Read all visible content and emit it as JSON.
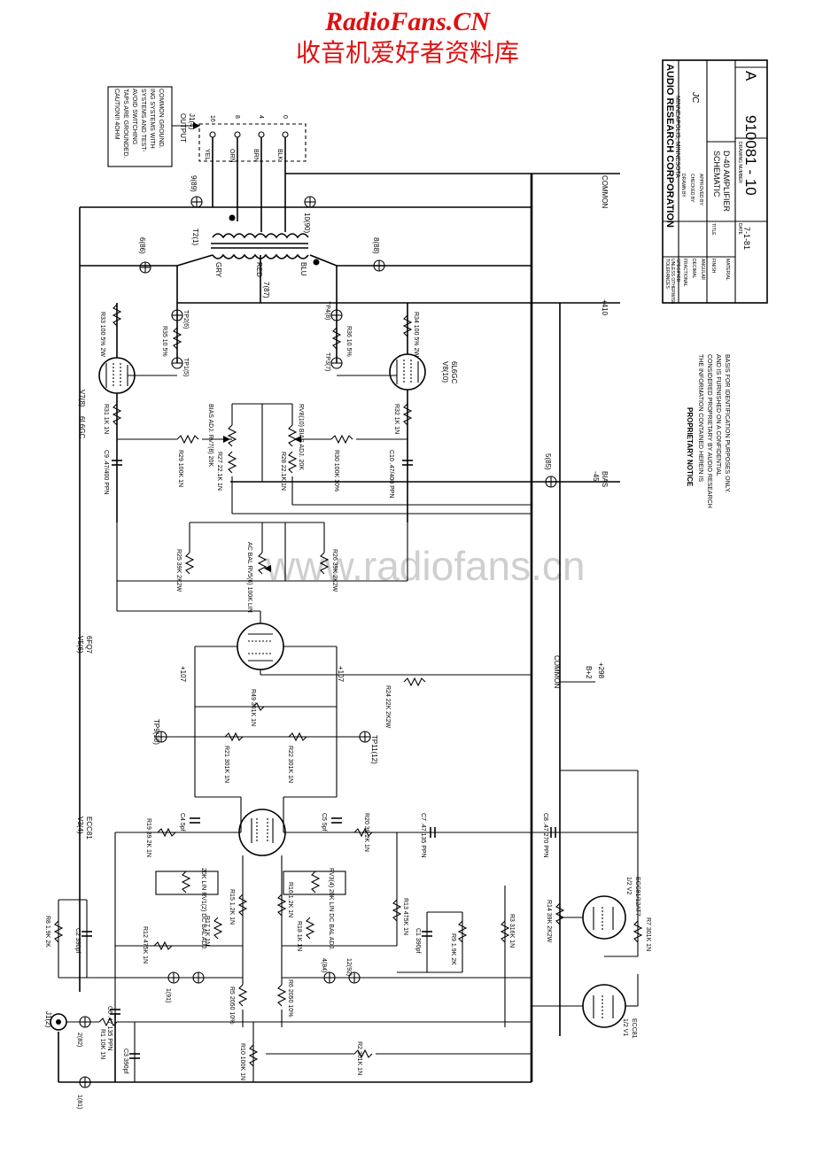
{
  "header": {
    "site_name": "RadioFans.CN",
    "site_subtitle": "收音机爱好者资料库"
  },
  "watermark": "www.radiofans.cn",
  "caution_note": [
    "CAUTION!! 4OHM",
    "TAPS ARE GROUNDED.",
    "AVOID SWITCHING",
    "SYSTEMS AND TEST-",
    "ING SYSTEMS WITH",
    "COMMON GROUND."
  ],
  "output_block": {
    "title": "OUTPUT",
    "jack": "J1(4)",
    "taps": [
      "16",
      "8",
      "4",
      "0"
    ],
    "wire_colors": [
      "YEL",
      "ORN",
      "BRN",
      "BLK"
    ]
  },
  "transformer": {
    "label": "T2(1)",
    "leads": [
      "GRY",
      "RED",
      "BLU"
    ],
    "center_tap": "7(87)"
  },
  "rails": {
    "common_top": "COMMON",
    "plus410": "+410",
    "bias_line1": "-45",
    "bias_line2": "BIAS",
    "common_mid": "COMMON",
    "plus298": "+298",
    "plus298_node": "B+2"
  },
  "tubes": {
    "v7": {
      "ref": "V7(8)",
      "type": "6L6GC"
    },
    "v8": {
      "ref": "V8(10)",
      "type": "6L6GC"
    },
    "v5": {
      "ref": "V5(6)",
      "type": "6FQ7"
    },
    "v3": {
      "ref": "V3(4)",
      "type": "ECC81"
    },
    "v2a": {
      "ref": "1/2 V2",
      "type": "ECC81/12AT7"
    },
    "v1": {
      "ref": "1/2 V1",
      "type": "ECC81"
    }
  },
  "components": {
    "r33": "R33 100 5% 2W",
    "r35": "R35 10 5%",
    "r31": "R31 1K 1N",
    "r29": "R29 100K 1N",
    "r27": "R27 22.1K 1N",
    "rv7": "BIAS ADJ. RV7(8) 20K",
    "rv8": "RV8(10) BIAS ADJ. 20K",
    "r28": "R28 22.1K 1N",
    "r30": "R30 100K 10%",
    "r32": "R32 1K 1N",
    "r34": "R34 100 5% 2W",
    "r36": "R36 10 5%",
    "c9": "C9 .47/400 PPN",
    "c10": "C10 .47/400 PPN",
    "r25": "R25 39K 2K2W",
    "r26": "R26 39K 2K2W",
    "rv5": "AC BAL RV5(6) 100K LIN",
    "r49": "R49 301K 1N",
    "r24": "R24 22K 2K2W",
    "r21": "R21 301K 1N",
    "r22": "R22 301K 1N",
    "r19": "R19 39.2K 1N",
    "r20": "R20 39.2K 1N",
    "c4": "C4 5pf",
    "c5": "C5 5pf",
    "c7": "C7 .47 135 PPN",
    "c8": "C8 .47 270 PPN",
    "rv3": "RV3(4) 20K LIN DC BAL ADJ.",
    "rv1": "20K LIN RV1(2) DC BAL ADJ.",
    "r15": "R15 1.2K 1N",
    "r16": "R16 1.2K 1N",
    "r17": "R17 1K 1N",
    "r18": "R18 1K 1N",
    "r12": "R12 475K 1N",
    "r11": "R11 475K 1N",
    "r13": "R13 475K 1N",
    "r14": "R14 39K 2K2W",
    "r7": "R7 301K 1N",
    "r8": "R8 1.9K 2K",
    "c2": "C2 390pf",
    "c1": "C1 390pf",
    "r9": "R9 1.9K 2K",
    "r3": "R3 316K 1N",
    "r5": "R5 2050 10%",
    "r6": "R6 2050 10%",
    "r1": "R1 10K 1N",
    "r2": "R2 301K 1N",
    "r10": "R10 100K 1N",
    "c6": "C6 .47 135 PPN",
    "c3": "C3 390pf"
  },
  "test_points": {
    "tp1": "TP1(5)",
    "tp2": "TP2(6)",
    "tp3": "TP3(7)",
    "tp4": "TP4(8)",
    "tp9": "TP9(10)",
    "tp11": "TP11(12)",
    "n9": "9(89)",
    "n10": "10(90)",
    "n8": "8(88)",
    "n6": "6(86)",
    "n5": "5(85)",
    "n1": "1(91)",
    "n12": "12(92)",
    "n4": "4(84)",
    "n2": "2(82)",
    "n1b": "1(81)",
    "j1": "J1(2)",
    "v107a": "+107",
    "v107b": "+107"
  },
  "title_block": {
    "company": "AUDIO RESEARCH CORPORATION",
    "location": "MINNEAPOLIS, MINNESOTA",
    "title_line1": "SCHEMATIC",
    "title_line2": "D-40 AMPLIFIER",
    "date": "7-1-81",
    "drawing_number": "910081 - 10",
    "revision": "A",
    "approved_mark": "JC",
    "field_labels": [
      "TOLERANCES",
      "UNLESS OTHERWISE",
      "SPECIFIED",
      "FRACTIONAL",
      "DECIMAL",
      "ANGULAR",
      "FINISH",
      "MATERIAL",
      "TITLE",
      "DATE",
      "DRAWING NUMBER",
      "DRAWN BY",
      "CHECKED BY",
      "APPROVED BY"
    ]
  },
  "proprietary_notice": {
    "title": "PROPRIETARY NOTICE",
    "lines": [
      "THE INFORMATION CONTAINED HEREIN IS",
      "CONSIDERED PROPRIETARY BY AUDIO RESEARCH",
      "AND IS FURNISHED ON A CONFIDENTIAL",
      "BASIS FOR IDENTIFICATION PURPOSES ONLY."
    ]
  }
}
